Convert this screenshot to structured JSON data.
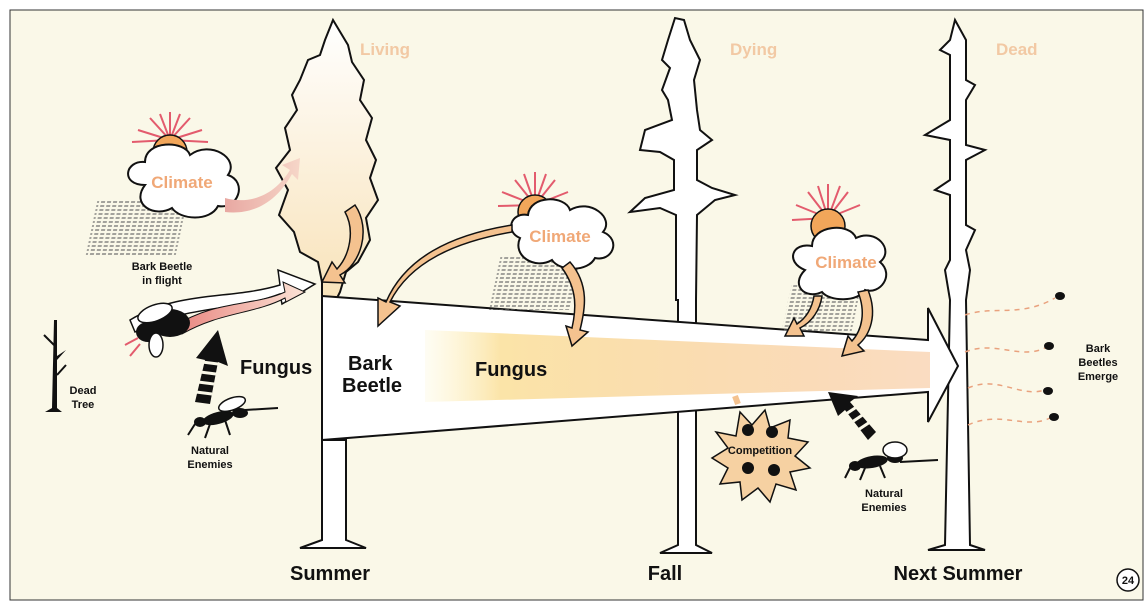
{
  "stages": {
    "living": "Living",
    "dying": "Dying",
    "dead": "Dead"
  },
  "seasons": {
    "summer": "Summer",
    "fall": "Fall",
    "next_summer": "Next Summer"
  },
  "climate_label": "Climate",
  "labels": {
    "bark_beetle_flight_1": "Bark Beetle",
    "bark_beetle_flight_2": "in flight",
    "fungus_left": "Fungus",
    "fungus_arrow": "Fungus",
    "bark_beetle_1": "Bark",
    "bark_beetle_2": "Beetle",
    "dead_tree_1": "Dead",
    "dead_tree_2": "Tree",
    "natural_enemies_1": "Natural",
    "natural_enemies_2": "Enemies",
    "competition": "Competition",
    "emerge_1": "Bark",
    "emerge_2": "Beetles",
    "emerge_3": "Emerge"
  },
  "page_number": "24",
  "colors": {
    "background": "#faf8e8",
    "accent": "#f0a877",
    "outline": "#111111"
  }
}
